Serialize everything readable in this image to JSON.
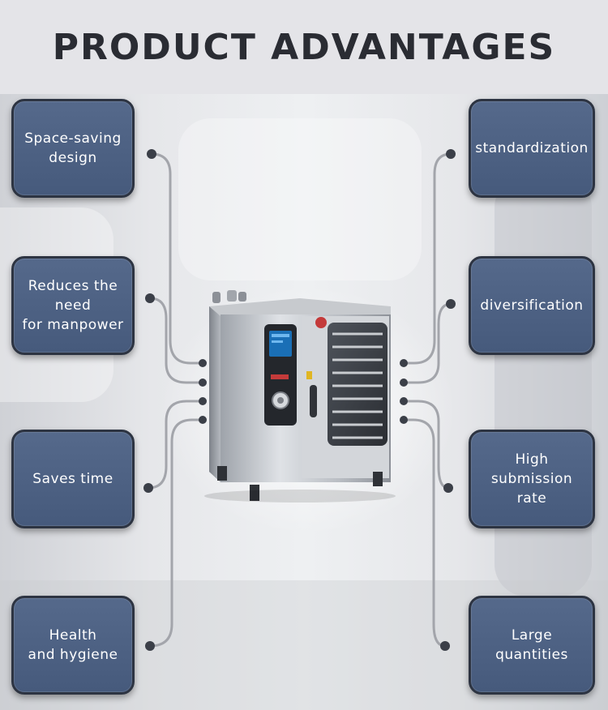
{
  "header": {
    "title": "PRODUCT ADVANTAGES"
  },
  "left_features": [
    {
      "label": "Space-saving\ndesign"
    },
    {
      "label": "Reduces the\nneed\nfor manpower"
    },
    {
      "label": "Saves time"
    },
    {
      "label": "Health\nand hygiene"
    }
  ],
  "right_features": [
    {
      "label": "standardization"
    },
    {
      "label": "diversification"
    },
    {
      "label": "High\nsubmission rate"
    },
    {
      "label": "Large quantities"
    }
  ],
  "colors": {
    "card": "#4d6184",
    "card_border": "#2d3442",
    "connector": "#9a9ca3",
    "dot": "#3b3f48"
  }
}
